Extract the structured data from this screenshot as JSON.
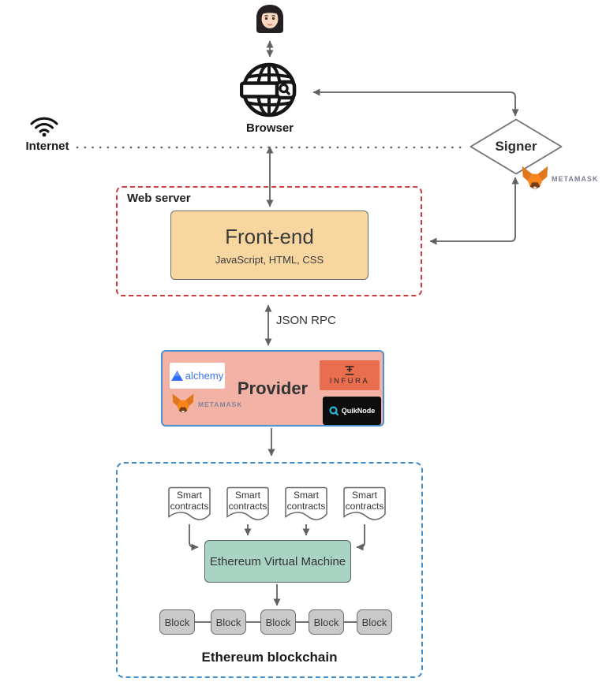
{
  "nodes": {
    "user": {
      "icon": "woman-emoji"
    },
    "browser": {
      "label": "Browser",
      "icon": "globe-with-search-bar"
    },
    "internet": {
      "label": "Internet",
      "icon": "wifi"
    },
    "signer": {
      "label": "Signer"
    },
    "metamask_signer": {
      "label": "METAMASK",
      "icon": "metamask-fox"
    },
    "web_server": {
      "label": "Web server"
    },
    "front_end": {
      "title": "Front-end",
      "subtitle": "JavaScript, HTML, CSS"
    },
    "json_rpc": {
      "label": "JSON RPC"
    },
    "provider": {
      "label": "Provider",
      "alchemy": {
        "label": "alchemy"
      },
      "infura": {
        "label": "INFURA"
      },
      "metamask": {
        "label": "METAMASK"
      },
      "quiknode": {
        "label": "QuikNode"
      }
    },
    "blockchain": {
      "label": "Ethereum blockchain",
      "smart_contracts": [
        "Smart contracts",
        "Smart contracts",
        "Smart contracts",
        "Smart contracts"
      ],
      "evm": {
        "label": "Ethereum Virtual Machine"
      },
      "blocks": [
        "Block",
        "Block",
        "Block",
        "Block",
        "Block"
      ]
    }
  },
  "colors": {
    "connector": "#616161",
    "web_server_border": "#d0393e",
    "front_end_fill": "#f7d6a0",
    "provider_fill": "#f2b3a6",
    "provider_border": "#4a90d2",
    "infura_fill": "#e96e50",
    "quiknode_fill": "#0d0d0d",
    "evm_fill": "#a9d4c3",
    "block_fill": "#c9c9c9",
    "blockchain_border": "#3f8ecb"
  }
}
